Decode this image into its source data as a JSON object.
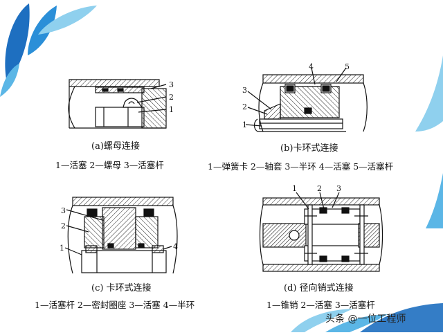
{
  "panels": {
    "a": {
      "caption": "(a)螺母连接",
      "legend": "1—活塞  2—螺母  3—活塞杆",
      "labels": [
        "3",
        "2",
        "1"
      ]
    },
    "b": {
      "caption": "(b)卡环式连接",
      "legend": "1—弹簧卡  2—轴套  3—半环  4—活塞  5—活塞杆",
      "labels": [
        "4",
        "5",
        "3",
        "2",
        "1"
      ]
    },
    "c": {
      "caption": "(c) 卡环式连接",
      "legend": "1—活塞杆  2—密封圈座  3—活塞  4—半环",
      "labels": [
        "3",
        "2",
        "1",
        "4"
      ]
    },
    "d": {
      "caption": "(d) 径向销式连接",
      "legend": "1—锥销  2—活塞  3—活塞杆",
      "labels": [
        "1",
        "2",
        "3"
      ]
    }
  },
  "watermark": "头条 @一位工程师",
  "colors": {
    "accent_blue": "#1e6fc0",
    "light_blue": "#8fd0ee",
    "ink": "#111111"
  }
}
